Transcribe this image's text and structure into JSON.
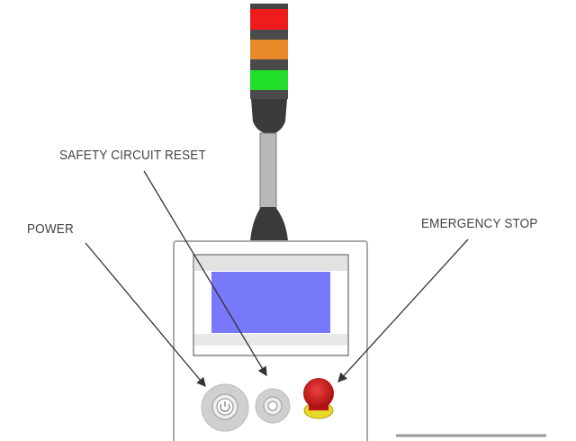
{
  "labels": {
    "safety_reset": "SAFETY CIRCUIT RESET",
    "power": "POWER",
    "emergency_stop": "EMERGENCY STOP"
  },
  "colors": {
    "red_light": "#ee1c1c",
    "orange_light": "#e88a2a",
    "green_light": "#22e02a",
    "screen": "#7878fa",
    "estop": "#d61a1a"
  }
}
